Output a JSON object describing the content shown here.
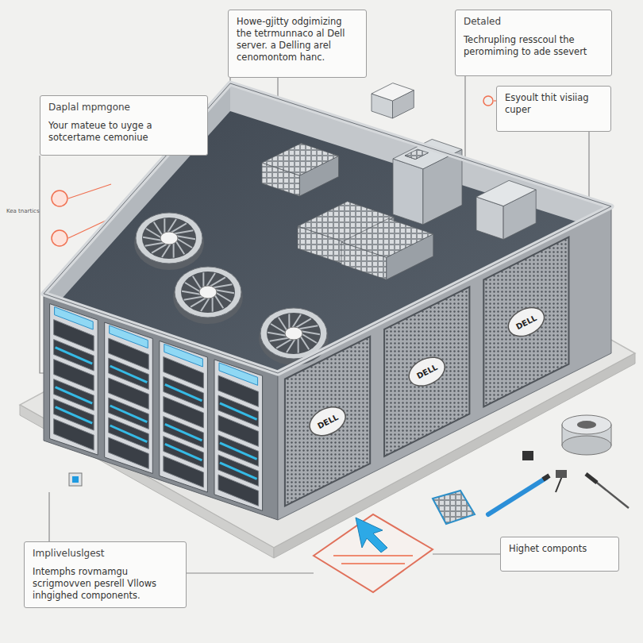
{
  "diagram": {
    "nodes": [
      {
        "text": [
          "Howe-gjitty odgimizing the tetrmunnaco al Dell server. a Delling arel cenomontom hanc."
        ]
      },
      {
        "text": [
          "Detaled",
          "Techrupling resscoul the peromiming to ade ssevert"
        ]
      },
      {
        "text": [
          "Esyoult thit visiiag cuper"
        ]
      },
      {
        "text": [
          "Daplal mpmgone",
          "Your mateue to uyge a sotcertame cemoniue"
        ]
      },
      {
        "text": [
          "Impliveluslgest",
          "Intemphs rovmamgu scrigmovven pesrell Vllows inhgighed components."
        ]
      },
      {
        "text": [
          "Highet componts"
        ]
      }
    ],
    "labels": [
      "Kea tnartics",
      "DELL",
      "DELL",
      "DELL"
    ]
  }
}
